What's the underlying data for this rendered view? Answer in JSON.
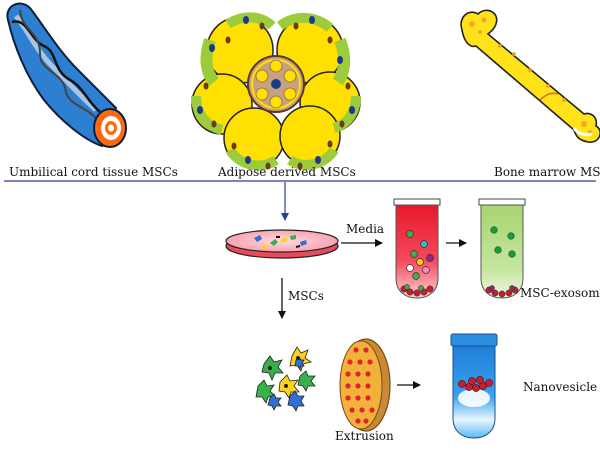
{
  "sources": {
    "umbilical": "Umbilical cord tissue MSCs",
    "adipose": "Adipose derived MSCs",
    "bone": "Bone marrow MSCs"
  },
  "steps": {
    "media": "Media",
    "mscs": "MSCs",
    "msc_exosome": "MSC-exosome",
    "extrusion": "Extrusion",
    "nanovesicle": "Nanovesicle"
  },
  "colors": {
    "cord_blue": "#2c7fd1",
    "adipose_yellow": "#ffe000",
    "adipose_green": "#9ccc3c",
    "bone_yellow": "#ffe21a",
    "tube_red": "#f02a3a",
    "tube_green": "#b2db7e",
    "tube_blue": "#2a8fe0",
    "divider": "#2a3f8f"
  }
}
